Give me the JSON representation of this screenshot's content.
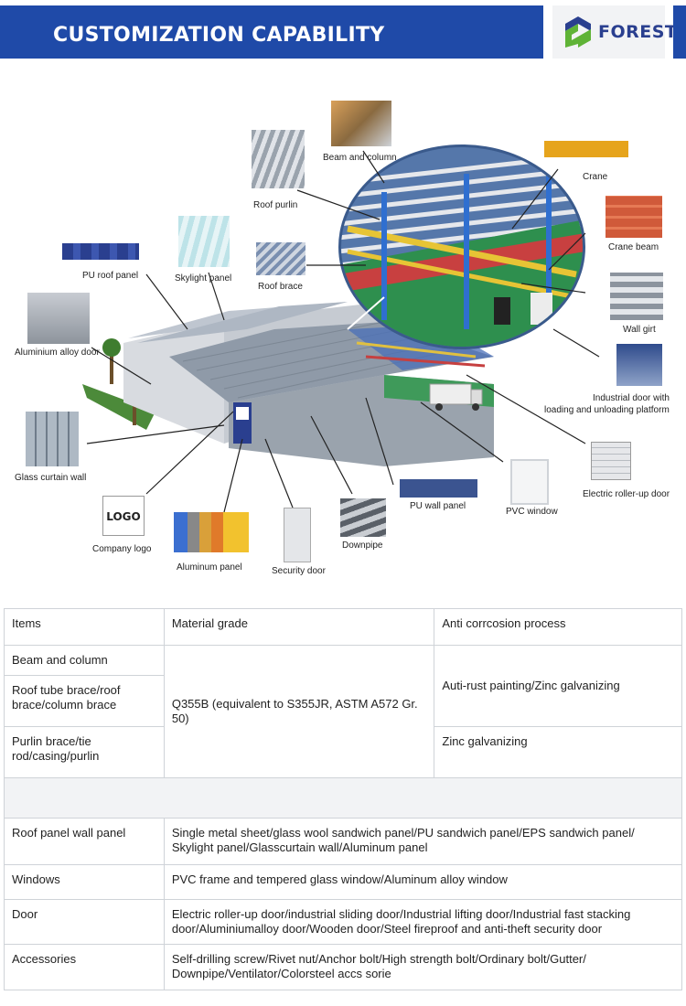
{
  "header": {
    "title": "CUSTOMIZATION CAPABILITY",
    "brand": "FOREST"
  },
  "colors": {
    "header_blue": "#1f4aa8",
    "logo_green": "#5fb336",
    "logo_blue": "#2a3f8f",
    "table_border": "#cfd3d8",
    "table_gray": "#f2f3f5"
  },
  "diagram": {
    "labels": {
      "beam_and_column": "Beam and column",
      "roof_purlin": "Roof purlin",
      "crane": "Crane",
      "crane_beam": "Crane beam",
      "pu_roof_panel": "PU roof panel",
      "skylight_panel": "Skylight panel",
      "roof_brace": "Roof brace",
      "aluminium_alloy_door": "Aluminium alloy door",
      "wall_girt": "Wall girt",
      "industrial_door": "Industrial door with",
      "industrial_door_2": "loading and unloading platform",
      "glass_curtain_wall": "Glass curtain wall",
      "electric_roller_up_door": "Electric roller-up door",
      "pu_wall_panel": "PU wall panel",
      "pvc_window": "PVC window",
      "company_logo": "Company logo",
      "logo_text": "LOGO",
      "downpipe": "Downpipe",
      "aluminum_panel": "Aluminum panel",
      "security_door": "Security door"
    }
  },
  "table": {
    "head": {
      "items": "Items",
      "grade": "Material grade",
      "anti": "Anti corrcosion process"
    },
    "rows": {
      "beam": "Beam and column",
      "roof_tube": "Roof tube brace/roof brace/column brace",
      "purlin_brace": "Purlin brace/tie rod/casing/purlin",
      "grade_value": "Q355B (equivalent to S355JR, ASTM A572 Gr. 50)",
      "anti_1": "Auti-rust painting/Zinc galvanizing",
      "anti_2": "Zinc galvanizing",
      "panel_label": "Roof panel wall panel",
      "panel_value": "Single metal sheet/glass wool sandwich panel/PU sandwich panel/EPS sandwich panel/ Skylight panel/Glasscurtain wall/Aluminum panel",
      "windows_label": "Windows",
      "windows_value": "PVC frame and tempered glass window/Aluminum alloy window",
      "door_label": "Door",
      "door_value": "Electric roller-up door/industrial sliding door/Industrial lifting door/Industrial fast stacking door/Aluminiumalloy door/Wooden door/Steel fireproof and anti-theft security door",
      "acc_label": "Accessories",
      "acc_value": "Self-drilling screw/Rivet nut/Anchor bolt/High strength bolt/Ordinary bolt/Gutter/ Downpipe/Ventilator/Colorsteel accs sorie"
    }
  }
}
